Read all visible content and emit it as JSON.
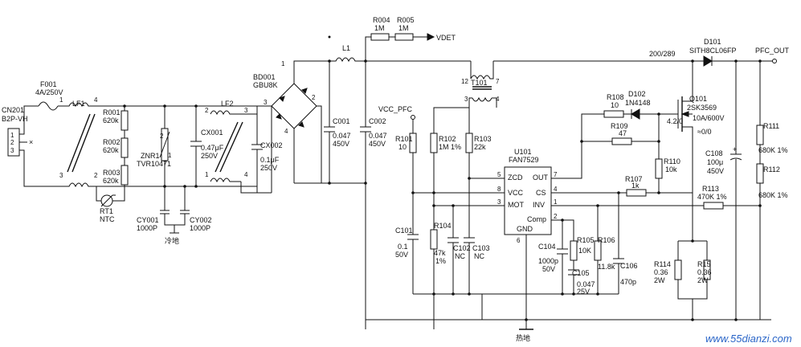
{
  "connector": {
    "ref": "CN201",
    "part": "B2P-VH",
    "pins": [
      "1",
      "2",
      "3"
    ],
    "nc_mark": "×"
  },
  "fuse": {
    "ref": "F001",
    "value": "4A/250V"
  },
  "lf1": {
    "ref": "LF1",
    "pins": [
      "1",
      "4",
      "3",
      "2"
    ]
  },
  "lf2": {
    "ref": "LF2",
    "pins": [
      "2",
      "3",
      "1",
      "4"
    ]
  },
  "resistors": {
    "r001": {
      "ref": "R001",
      "value": "620k"
    },
    "r002": {
      "ref": "R002",
      "value": "620k"
    },
    "r003": {
      "ref": "R003",
      "value": "620k"
    },
    "r004": {
      "ref": "R004",
      "value": "1M"
    },
    "r005": {
      "ref": "R005",
      "value": "1M"
    },
    "r101": {
      "ref": "R101",
      "value": "10"
    },
    "r102": {
      "ref": "R102",
      "value": "1M 1%"
    },
    "r103": {
      "ref": "R103",
      "value": "22k"
    },
    "r104": {
      "ref": "R104",
      "value": "47k",
      "tol": "1%"
    },
    "r105": {
      "ref": "R105",
      "value": "10K"
    },
    "r106": {
      "ref": "R106",
      "value": "11.8k"
    },
    "r107": {
      "ref": "R107",
      "value": "1k"
    },
    "r108": {
      "ref": "R108",
      "value": "10"
    },
    "r109": {
      "ref": "R109",
      "value": "47"
    },
    "r110": {
      "ref": "R110",
      "value": "10k"
    },
    "r111": {
      "ref": "R111",
      "value": "680K 1%"
    },
    "r112": {
      "ref": "R112",
      "value": "680K 1%"
    },
    "r113": {
      "ref": "R113",
      "value": "470K 1%"
    },
    "r114": {
      "ref": "R114",
      "value": "0.36",
      "power": "2W"
    },
    "r15": {
      "ref": "R15",
      "value": "0.36",
      "power": "2W"
    }
  },
  "rt1": {
    "ref": "RT1",
    "type": "NTC"
  },
  "znr1": {
    "ref": "ZNR1",
    "part": "TVR10471",
    "pins": [
      "2",
      "1"
    ]
  },
  "capacitors": {
    "cx001": {
      "ref": "CX001",
      "value": "0.47μF",
      "voltage": "250V"
    },
    "cx002": {
      "ref": "CX002",
      "value": "0.1μF",
      "voltage": "250V"
    },
    "cy001": {
      "ref": "CY001",
      "value": "1000P"
    },
    "cy002": {
      "ref": "CY002",
      "value": "1000P"
    },
    "c001": {
      "ref": "C001",
      "value": "0.047",
      "voltage": "450V"
    },
    "c002": {
      "ref": "C002",
      "value": "0.047",
      "voltage": "450V"
    },
    "c101": {
      "ref": "C101",
      "value": "0.1",
      "voltage": "50V"
    },
    "c102": {
      "ref": "C102",
      "value": "NC"
    },
    "c103": {
      "ref": "C103",
      "value": "NC"
    },
    "c104": {
      "ref": "C104",
      "value": "1000p",
      "voltage": "50V"
    },
    "c105": {
      "ref": "C105",
      "value": "0.047",
      "voltage": "25V"
    },
    "c106": {
      "ref": "C106",
      "value": "470p"
    },
    "c108": {
      "ref": "C108",
      "value": "100μ",
      "voltage": "450V",
      "plus": "+"
    }
  },
  "bridge": {
    "ref": "BD001",
    "part": "GBU8K",
    "pins": [
      "1",
      "3",
      "2",
      "4"
    ]
  },
  "l1": {
    "ref": "L1"
  },
  "t101": {
    "ref": "T101",
    "pins": [
      "12",
      "7",
      "3",
      "4"
    ]
  },
  "d101": {
    "ref": "D101",
    "part": "SITH8CL06FP"
  },
  "d102": {
    "ref": "D102",
    "part": "1N4148"
  },
  "q101": {
    "ref": "Q101",
    "part": "2SK3569",
    "rating": "10A/600V",
    "note": "4.2/0",
    "note2": "≈0/0"
  },
  "ic": {
    "ref": "U101",
    "part": "FAN7529",
    "pins": {
      "zcd": {
        "name": "ZCD",
        "num": "5"
      },
      "vcc": {
        "name": "VCC",
        "num": "8"
      },
      "mot": {
        "name": "MOT",
        "num": "3"
      },
      "out": {
        "name": "OUT",
        "num": "7"
      },
      "cs": {
        "name": "CS",
        "num": "4"
      },
      "inv": {
        "name": "INV",
        "num": "1"
      },
      "comp": {
        "name": "Comp",
        "num": "2"
      },
      "gnd": {
        "name": "GND",
        "num": "6"
      }
    }
  },
  "nets": {
    "vdet": "VDET",
    "vcc_pfc": "VCC_PFC",
    "pfc_out": "PFC_OUT",
    "voltage_note": "200/289"
  },
  "ground": {
    "cold": "冷地",
    "hot": "热地"
  },
  "watermark": "www.55dianzi.com"
}
